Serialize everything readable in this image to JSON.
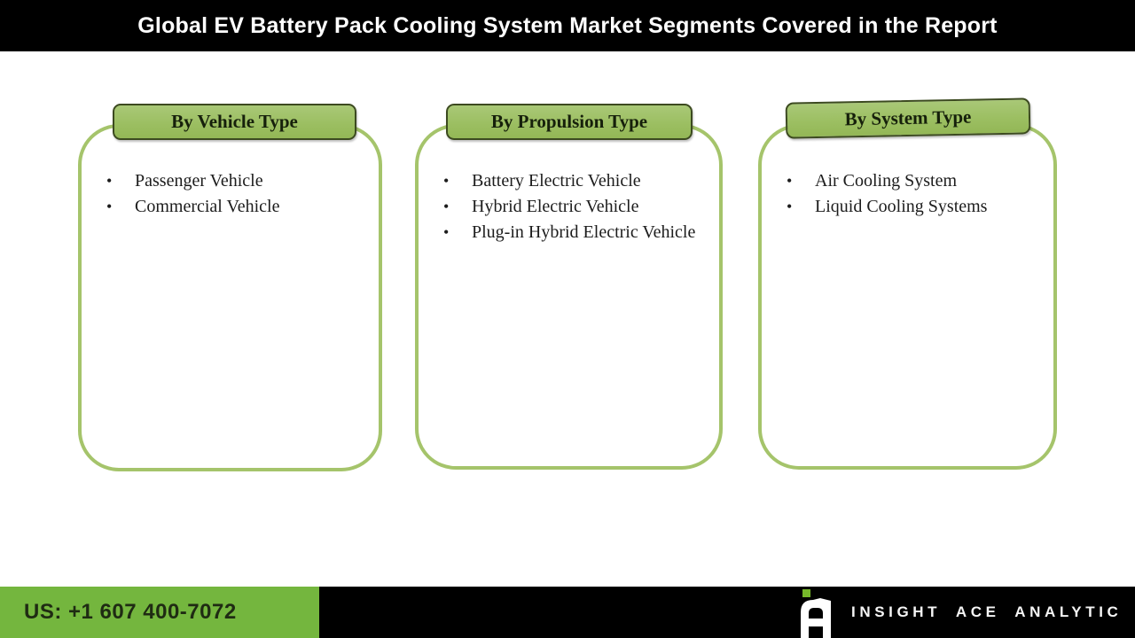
{
  "title": "Global EV Battery Pack Cooling System Market Segments Covered in the Report",
  "panels": [
    {
      "heading": "By Vehicle Type",
      "items": [
        "Passenger Vehicle",
        "Commercial Vehicle"
      ]
    },
    {
      "heading": "By Propulsion Type",
      "items": [
        "Battery Electric Vehicle",
        "Hybrid Electric Vehicle",
        "Plug-in Hybrid Electric Vehicle"
      ]
    },
    {
      "heading": "By System Type",
      "items": [
        "Air Cooling System",
        "Liquid Cooling Systems"
      ]
    }
  ],
  "footer": {
    "phone": "US: +1 607 400-7072",
    "brand": "INSIGHT ACE ANALYTIC"
  },
  "icons": {
    "bullet": "•",
    "logo": "insight-ace-a-logo"
  },
  "colors": {
    "title_bar_bg": "#000000",
    "title_text": "#ffffff",
    "heading_fill": "#9cbf62",
    "heading_border": "#3c4a20",
    "panel_border": "#a5c46b",
    "body_text": "#1c1c1c",
    "footer_bg": "#000000",
    "footer_green": "#74b63e",
    "logo_green": "#76b82a"
  }
}
